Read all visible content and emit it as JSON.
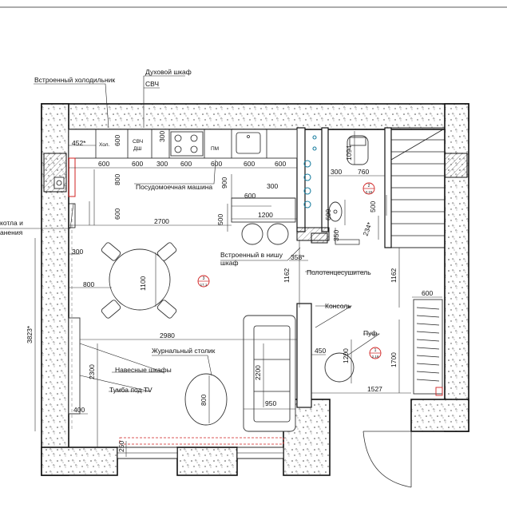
{
  "labels": {
    "builtin_fridge": "Встроенный холодильник",
    "oven": "Духовой шкаф",
    "microwave": "СВЧ",
    "fridge_short": "Хол.",
    "svch_dsh_1": "СВЧ",
    "svch_dsh_2": "ДШ",
    "pm_short": "ПМ",
    "dishwasher": "Посудомоечная машина",
    "boiler_1": "котла и",
    "boiler_2": "анения",
    "niche_1": "Встроенный в нишу",
    "niche_2": "шкаф",
    "towel_dryer": "Полотенцесушитель",
    "console": "Консоль",
    "pouf": "Пуф",
    "coffee_table": "Журнальный столик",
    "wall_cabinets": "Навесные шкафы",
    "tv_stand": "Тумба под TV"
  },
  "dimensions": {
    "d452": "452*",
    "d600_fridge": "600",
    "d300_svch": "300",
    "d600_a": "600",
    "d600_b": "600",
    "d300_a": "300",
    "d600_c": "600",
    "d600_d": "600",
    "d600_e": "600",
    "d600_f": "600",
    "d800": "800",
    "d600_g": "600",
    "d2700": "2700",
    "d900": "900",
    "d600_h": "600",
    "d300_b": "300",
    "d500": "500",
    "d1200_a": "1200",
    "d1094": "1094",
    "d300_c": "300",
    "d760": "760",
    "d600_i": "600",
    "d500_b": "500",
    "d350": "350",
    "d234": "234*",
    "d358": "358*",
    "d300_d": "300",
    "d800_b": "800",
    "d1100": "1100",
    "d1162_a": "1162",
    "d1162_b": "1162",
    "d600_j": "600",
    "d1700": "1700",
    "d3823": "3823*",
    "d2980": "2980",
    "d2300": "2300",
    "d2200": "2200",
    "d450": "450",
    "d1200_b": "1200",
    "d1527": "1527",
    "d800_c": "800",
    "d950": "950",
    "d400": "400",
    "d250": "250"
  },
  "room_tags": [
    {
      "num": "3",
      "area": "17.1"
    },
    {
      "num": "2",
      "area": "2.15"
    },
    {
      "num": "1",
      "area": "2.19"
    }
  ],
  "colors": {
    "wall_stroke": "#111111",
    "plumbing": "#1c7fa0",
    "marker": "#d02020"
  }
}
